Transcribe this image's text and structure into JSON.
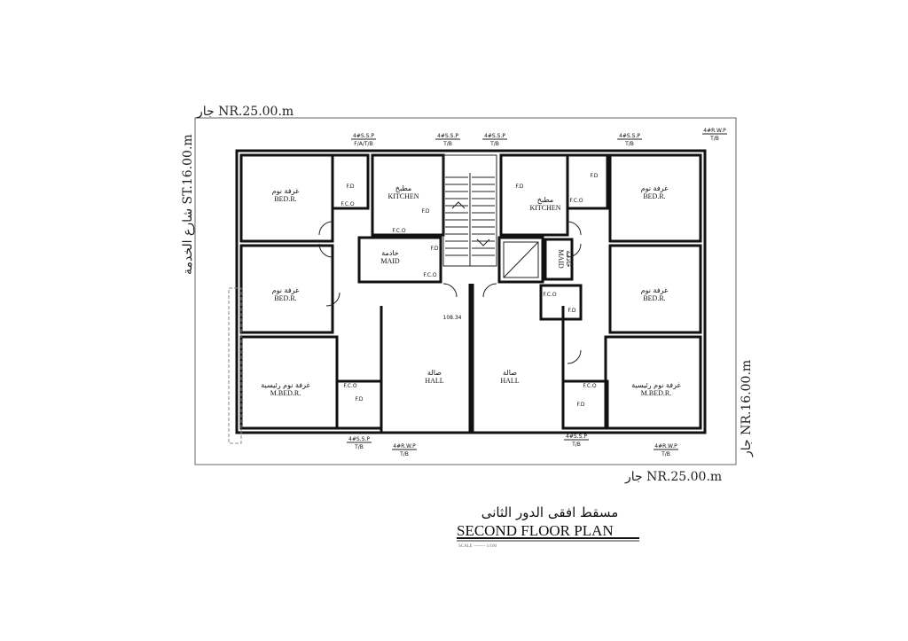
{
  "neighbors": {
    "top": "جار NR.25.00.m",
    "bottom": "جار NR.25.00.m",
    "left": "شارع الخدمة ST.16.00.m",
    "right": "جار NR.16.00.m"
  },
  "rooms": {
    "bed_ar": "غرفة نوم",
    "bed_en": "BED.R.",
    "mbed_ar": "غرفة نوم رئيسية",
    "mbed_en": "M.BED.R.",
    "kitchen_ar": "مطبخ",
    "kitchen_en": "KITCHEN",
    "maid_ar": "خادمة",
    "maid_en": "MAID",
    "hall_ar": "صالة",
    "hall_en": "HALL"
  },
  "fixtures": {
    "fd": "F.D",
    "fco": "F.C.O"
  },
  "pipes": {
    "ssp": "4#S.S.P",
    "rwp": "4#R.W.P",
    "fatb": "F/A/T/B",
    "tb": "T/B"
  },
  "level": "108.34",
  "title": {
    "arabic": "مسقط افقى الدور الثانى",
    "english": "SECOND FLOOR PLAN",
    "scale": "SCALE -------- 1/100"
  }
}
